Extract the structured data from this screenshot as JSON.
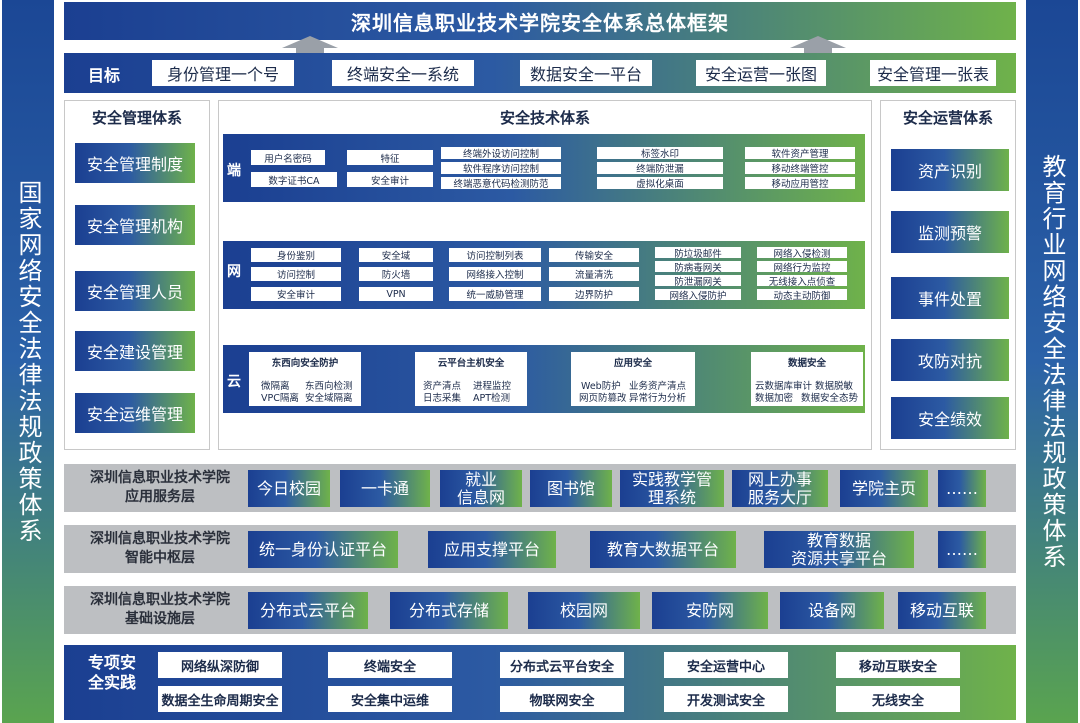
{
  "side": {
    "left": "国家网络安全法律法规政策体系",
    "right": "教育行业网络安全法律法规政策体系"
  },
  "title": "深圳信息职业技术学院安全体系总体框架",
  "goal": {
    "label": "目标",
    "items": [
      "身份管理一个号",
      "终端安全一系统",
      "数据安全一平台",
      "安全运营一张图",
      "安全管理一张表"
    ]
  },
  "mgmt": {
    "title": "安全管理体系",
    "items": [
      "安全管理制度",
      "安全管理机构",
      "安全管理人员",
      "安全建设管理",
      "安全运维管理"
    ]
  },
  "tech": {
    "title": "安全技术体系",
    "endpoint": {
      "label": "端",
      "cells": [
        "用户名密码",
        "数字证书CA",
        "特征",
        "安全审计",
        "终端外设访问控制",
        "软件程序访问控制",
        "终端恶意代码检测防范",
        "标签水印",
        "终端防泄漏",
        "虚拟化桌面",
        "软件资产管理",
        "移动终端管控",
        "移动应用管控"
      ]
    },
    "network": {
      "label": "网",
      "cells": [
        "身份鉴别",
        "访问控制",
        "安全审计",
        "安全域",
        "防火墙",
        "VPN",
        "访问控制列表",
        "网络接入控制",
        "统一威胁管理",
        "传输安全",
        "流量清洗",
        "边界防护",
        "防垃圾邮件",
        "防病毒网关",
        "防泄漏网关",
        "网络入侵防护",
        "网络入侵检测",
        "网络行为监控",
        "无线接入点侦查",
        "动态主动防御"
      ]
    },
    "cloud": {
      "label": "云",
      "blocks": [
        {
          "title": "东西向安全防护",
          "lines": [
            "微隔离",
            "东西向检测",
            "VPC隔离",
            "安全域隔离"
          ]
        },
        {
          "title": "云平台主机安全",
          "lines": [
            "资产清点",
            "进程监控",
            "日志采集",
            "APT检测"
          ]
        },
        {
          "title": "应用安全",
          "lines": [
            "Web防护",
            "业务资产清点",
            "网页防篡改",
            "异常行为分析"
          ]
        },
        {
          "title": "数据安全",
          "lines": [
            "云数据库审计",
            "数据脱敏",
            "数据加密",
            "数据安全态势"
          ]
        }
      ]
    }
  },
  "ops": {
    "title": "安全运营体系",
    "items": [
      "资产识别",
      "监测预警",
      "事件处置",
      "攻防对抗",
      "安全绩效"
    ]
  },
  "layers": {
    "app": {
      "label1": "深圳信息职业技术学院",
      "label2": "应用服务层",
      "items": [
        "今日校园",
        "一卡通",
        "就业",
        "信息网",
        "图书馆",
        "实践教学管",
        "理系统",
        "网上办事",
        "服务大厅",
        "学院主页",
        "……"
      ]
    },
    "hub": {
      "label1": "深圳信息职业技术学院",
      "label2": "智能中枢层",
      "items": [
        "统一身份认证平台",
        "应用支撑平台",
        "教育大数据平台",
        "教育数据",
        "资源共享平台",
        "……"
      ]
    },
    "infra": {
      "label1": "深圳信息职业技术学院",
      "label2": "基础设施层",
      "items": [
        "分布式云平台",
        "分布式存储",
        "校园网",
        "安防网",
        "设备网",
        "移动互联"
      ]
    }
  },
  "practice": {
    "label": "专项安全实践",
    "items": [
      "网络纵深防御",
      "终端安全",
      "分布式云平台安全",
      "安全运营中心",
      "移动互联安全",
      "数据全生命周期安全",
      "安全集中运维",
      "物联网安全",
      "开发测试安全",
      "无线安全"
    ]
  }
}
